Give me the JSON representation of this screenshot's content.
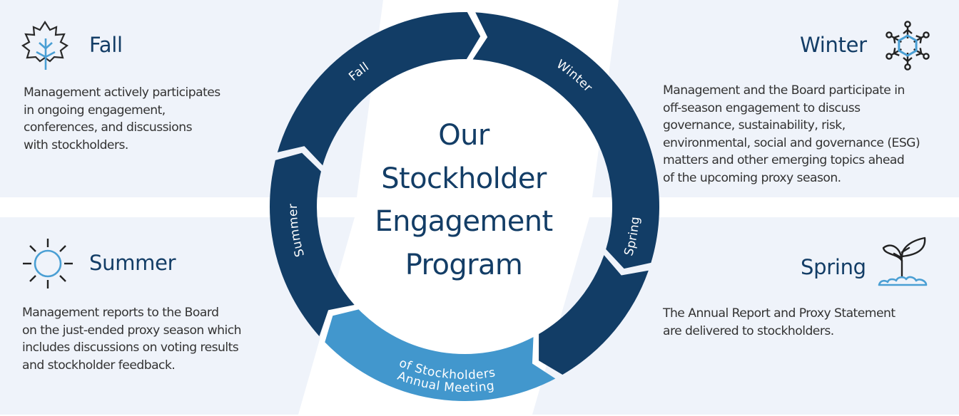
{
  "center": {
    "lines": [
      "Our",
      "Stockholder",
      "Engagement",
      "Program"
    ]
  },
  "wheel": {
    "segments": [
      {
        "label": "Fall",
        "color": "#123d66"
      },
      {
        "label": "Winter",
        "color": "#123d66"
      },
      {
        "label": "Spring",
        "color": "#123d66"
      },
      {
        "label": "Annual Meeting",
        "label2": "of Stockholders",
        "color": "#4297cd"
      },
      {
        "label": "Summer",
        "color": "#123d66"
      }
    ]
  },
  "panels": {
    "fall": {
      "title": "Fall",
      "icon": "maple-leaf-icon",
      "description": "Management actively participates\nin ongoing engagement,\nconferences, and discussions\nwith stockholders."
    },
    "winter": {
      "title": "Winter",
      "icon": "snowflake-icon",
      "description": "Management and the Board participate in\noff-season engagement to discuss\ngovernance, sustainability, risk,\nenvironmental, social and governance (ESG)\nmatters and other emerging topics ahead\nof the upcoming proxy season."
    },
    "summer": {
      "title": "Summer",
      "icon": "sun-icon",
      "description": "Management reports to the Board\non the just-ended proxy season which\nincludes discussions on voting results\nand stockholder feedback."
    },
    "spring": {
      "title": "Spring",
      "icon": "sprout-icon",
      "description": "The Annual Report and Proxy Statement\nare delivered to stockholders."
    }
  },
  "colors": {
    "dark_navy": "#123d66",
    "light_blue": "#4297cd",
    "panel_bg": "#eff3fa",
    "title_text": "#133d66",
    "body_text": "#333333",
    "icon_outline": "#222222"
  }
}
